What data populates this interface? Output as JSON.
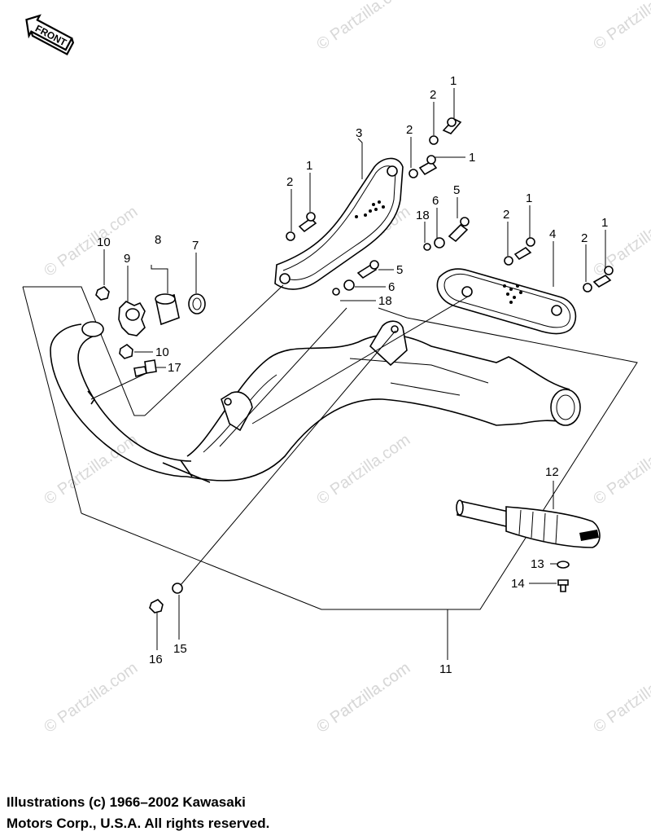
{
  "front_arrow": {
    "label": "FRONT"
  },
  "watermark": {
    "text": "© Partzilla.com"
  },
  "callouts": {
    "c1a": "1",
    "c2a": "2",
    "c1b": "1",
    "c2b": "2",
    "c3": "3",
    "c2c": "2",
    "c1c": "1",
    "c6a": "6",
    "c5a": "5",
    "c18a": "18",
    "c2d": "2",
    "c1d": "1",
    "c4": "4",
    "c1e": "1",
    "c2e": "2",
    "c10a": "10",
    "c9": "9",
    "c8": "8",
    "c7": "7",
    "c5b": "5",
    "c6b": "6",
    "c18b": "18",
    "c10b": "10",
    "c17": "17",
    "c12": "12",
    "c13": "13",
    "c14": "14",
    "c16": "16",
    "c15": "15",
    "c11": "11"
  },
  "copyright": {
    "line1": "Illustrations (c) 1966–2002 Kawasaki",
    "line2": "Motors Corp., U.S.A.  All rights reserved."
  }
}
